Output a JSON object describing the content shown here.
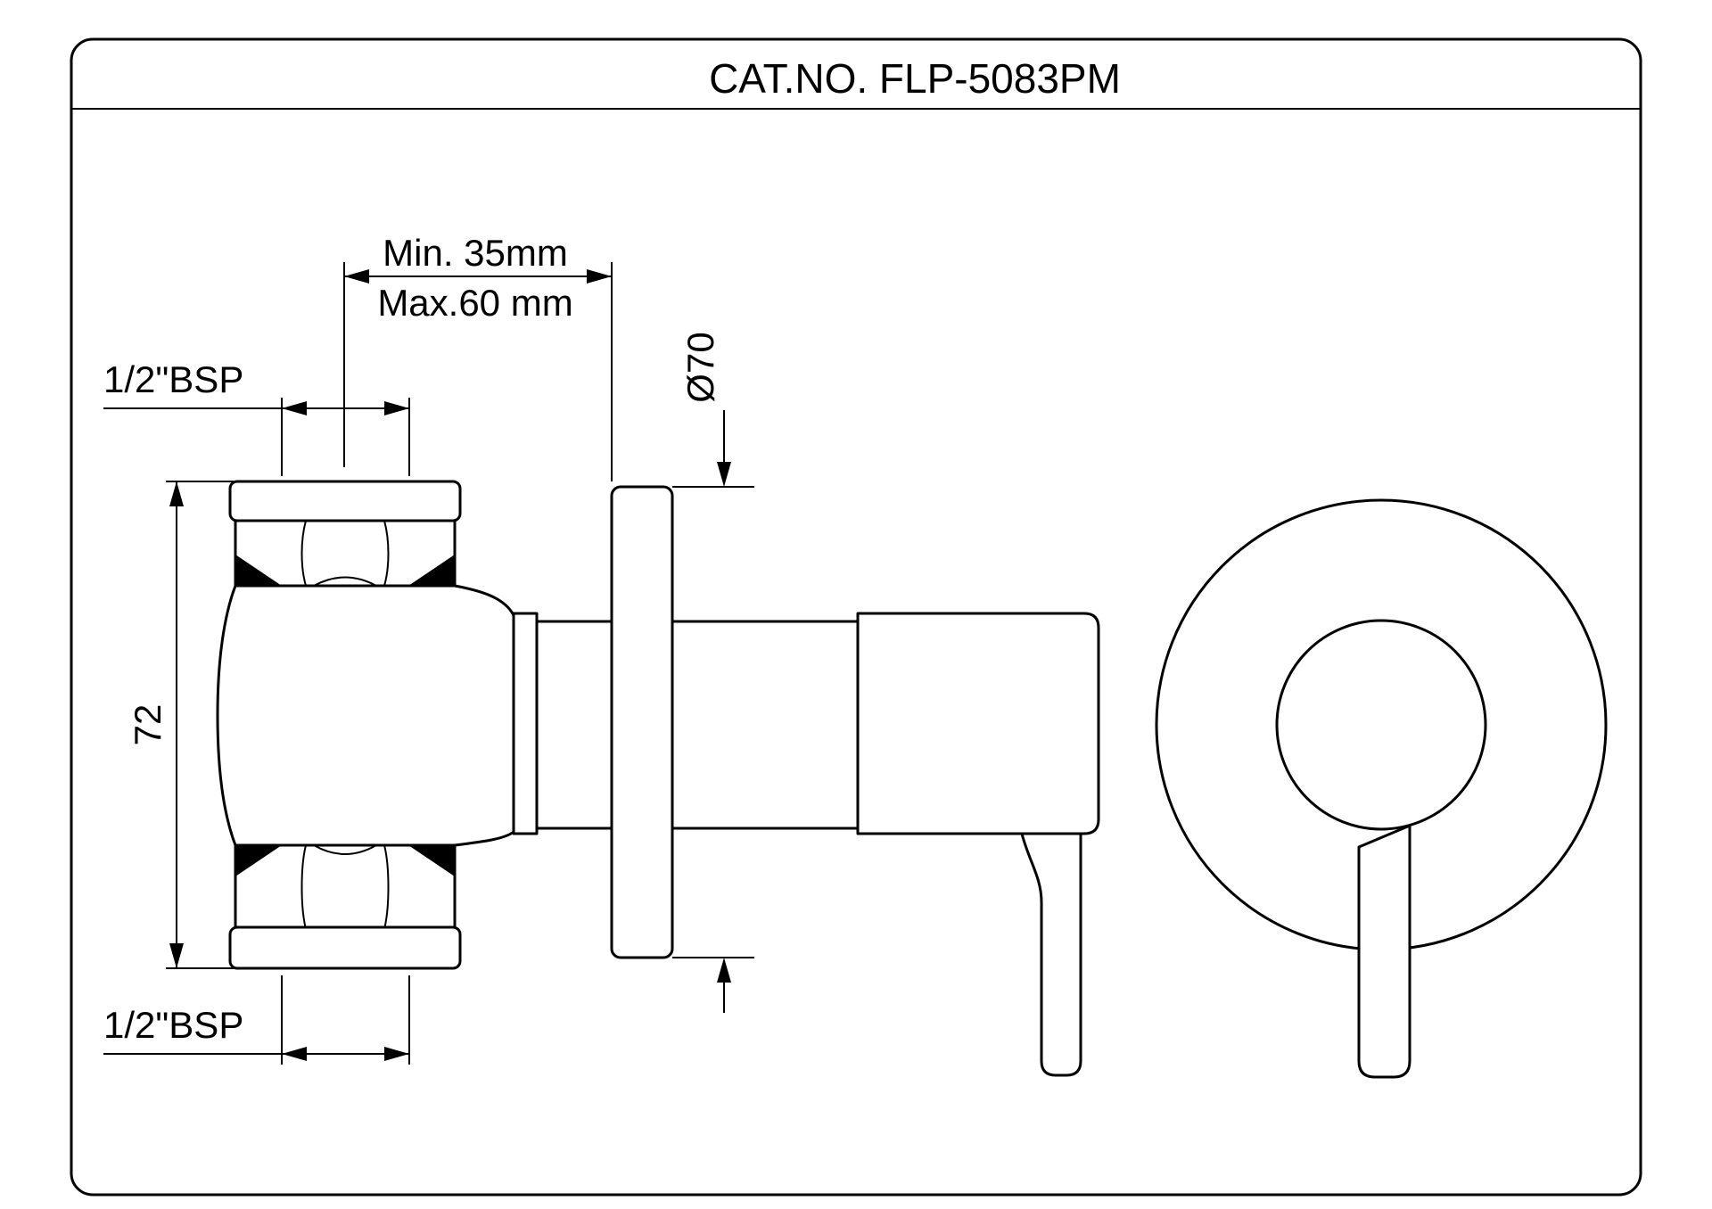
{
  "title": "CAT.NO. FLP-5083PM",
  "dimensions": {
    "depth_min": "Min. 35mm",
    "depth_max": "Max.60 mm",
    "inlet_thread": "1/2\"BSP",
    "outlet_thread": "1/2\"BSP",
    "body_height": "72",
    "flange_diameter": "Ø70"
  },
  "colors": {
    "line": "#000000",
    "background": "#ffffff"
  }
}
